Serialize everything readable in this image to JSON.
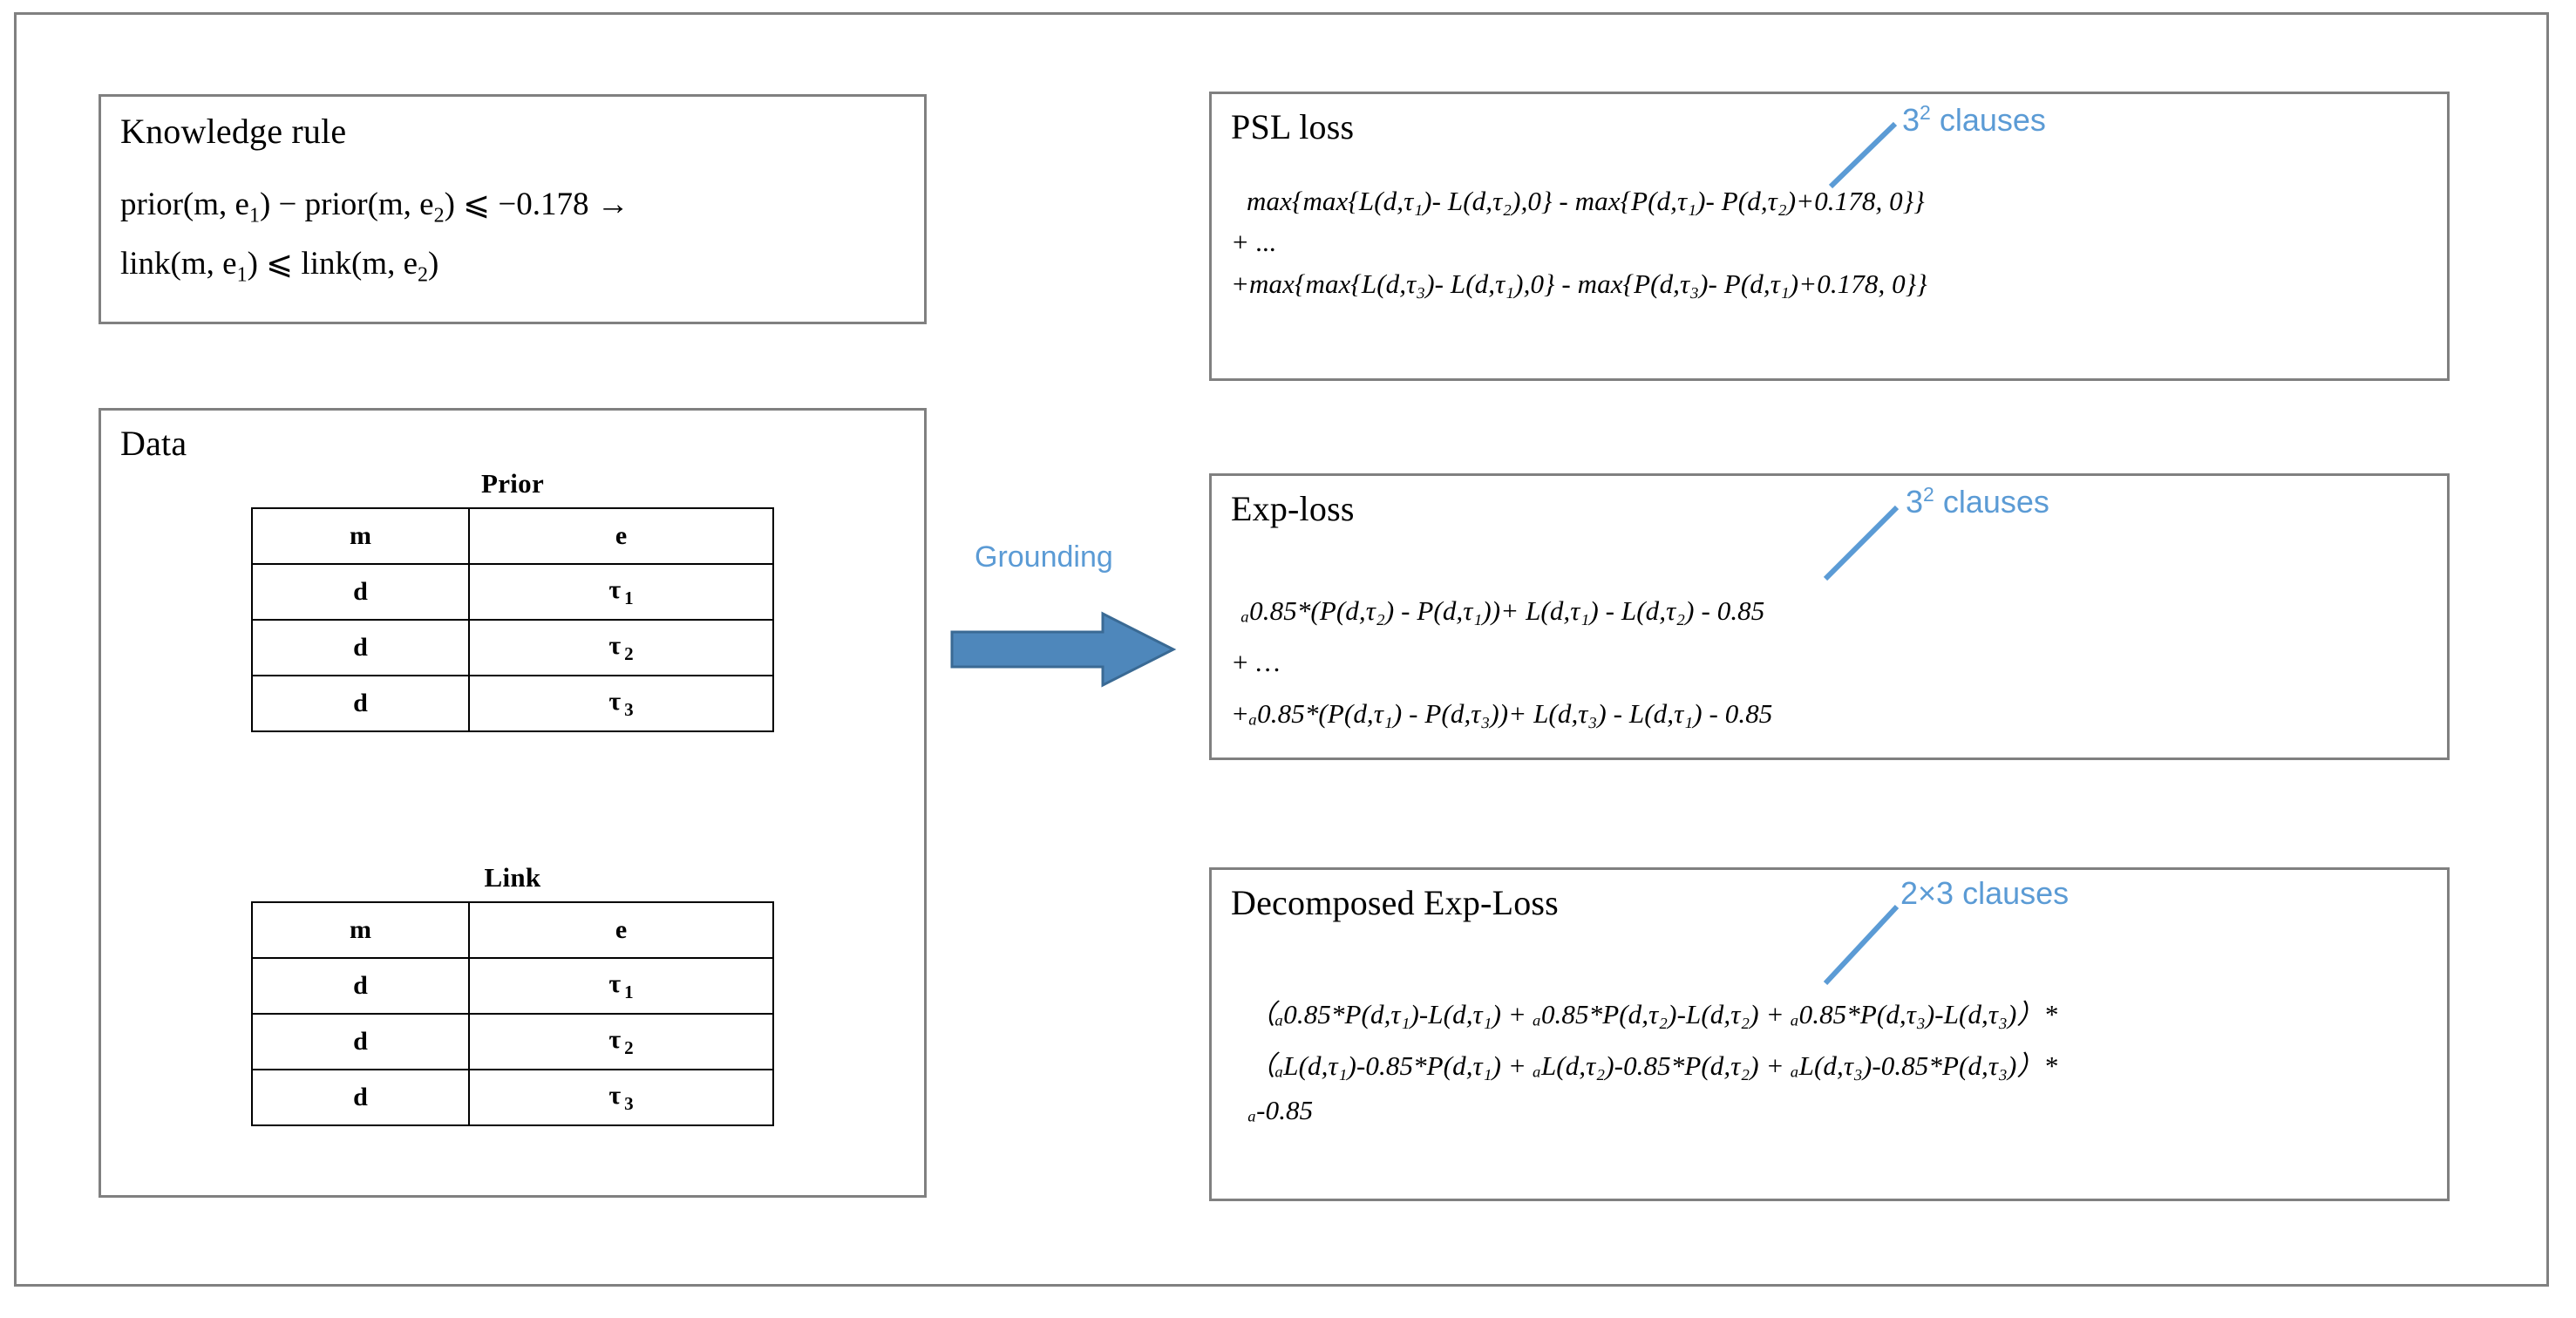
{
  "figure": {
    "title": "Grounding of a knowledge rule into PSL loss, Exp-loss and Decomposed Exp-Loss"
  },
  "colors": {
    "accent_blue": "#5b9bd5",
    "arrow_fill": "#4e87bb",
    "arrow_border": "#3a6a94",
    "box_border": "#808080",
    "table_border": "#000000",
    "background": "#ffffff"
  },
  "knowledge": {
    "title": "Knowledge rule",
    "rule_line1_a": "prior(m, e",
    "rule_line1_sub1": "1",
    "rule_line1_b": ") − prior(m, e",
    "rule_line1_sub2": "2",
    "rule_line1_c": ") ⩽ −0.178 →",
    "rule_line2_a": "link(m, e",
    "rule_line2_sub1": "1",
    "rule_line2_b": ") ⩽ link(m, e",
    "rule_line2_sub2": "2",
    "rule_line2_c": ")",
    "threshold": "-0.178"
  },
  "data": {
    "title": "Data",
    "tables": [
      {
        "caption": "Prior",
        "headers": [
          "m",
          "e"
        ],
        "rows": [
          {
            "m": "d",
            "e_base": "τ",
            "e_sub": "1"
          },
          {
            "m": "d",
            "e_base": "τ",
            "e_sub": "2"
          },
          {
            "m": "d",
            "e_base": "τ",
            "e_sub": "3"
          }
        ]
      },
      {
        "caption": "Link",
        "headers": [
          "m",
          "e"
        ],
        "rows": [
          {
            "m": "d",
            "e_base": "τ",
            "e_sub": "1"
          },
          {
            "m": "d",
            "e_base": "τ",
            "e_sub": "2"
          },
          {
            "m": "d",
            "e_base": "τ",
            "e_sub": "3"
          }
        ]
      }
    ]
  },
  "grounding": {
    "label": "Grounding",
    "arrow_direction": "right"
  },
  "psl": {
    "title": "PSL loss",
    "clause_base": "3",
    "clause_exp": "2",
    "clause_suffix": " clauses",
    "line1": "max{max{L(d,τ₁)- L(d,τ₂),0} -  max{P(d,τ₁)- P(d,τ₂)+0.178, 0}}",
    "line2": "+ ...",
    "line3": "+max{max{L(d,τ₃)- L(d,τ₁),0} -  max{P(d,τ₃)- P(d,τ₁)+0.178, 0}}"
  },
  "exp": {
    "title": "Exp-loss",
    "clause_base": "3",
    "clause_exp": "2",
    "clause_suffix": " clauses",
    "line1": "ₐ0.85*(P(d,τ₂) - P(d,τ₁))+ L(d,τ₁) - L(d,τ₂)  -  0.85",
    "line2": "+ …",
    "line3": "+ₐ0.85*(P(d,τ₁) - P(d,τ₃))+ L(d,τ₃) - L(d,τ₁)  -  0.85"
  },
  "decomposed": {
    "title": "Decomposed Exp-Loss",
    "clause_label": "2×3 clauses",
    "line1": "（ₐ0.85*P(d,τ₁)-L(d,τ₁) + ₐ0.85*P(d,τ₂)-L(d,τ₂) + ₐ0.85*P(d,τ₃)-L(d,τ₃)）*",
    "line2": "（ₐL(d,τ₁)-0.85*P(d,τ₁) + ₐL(d,τ₂)-0.85*P(d,τ₂) + ₐL(d,τ₃)-0.85*P(d,τ₃)）*",
    "line3": "ₐ-0.85"
  }
}
